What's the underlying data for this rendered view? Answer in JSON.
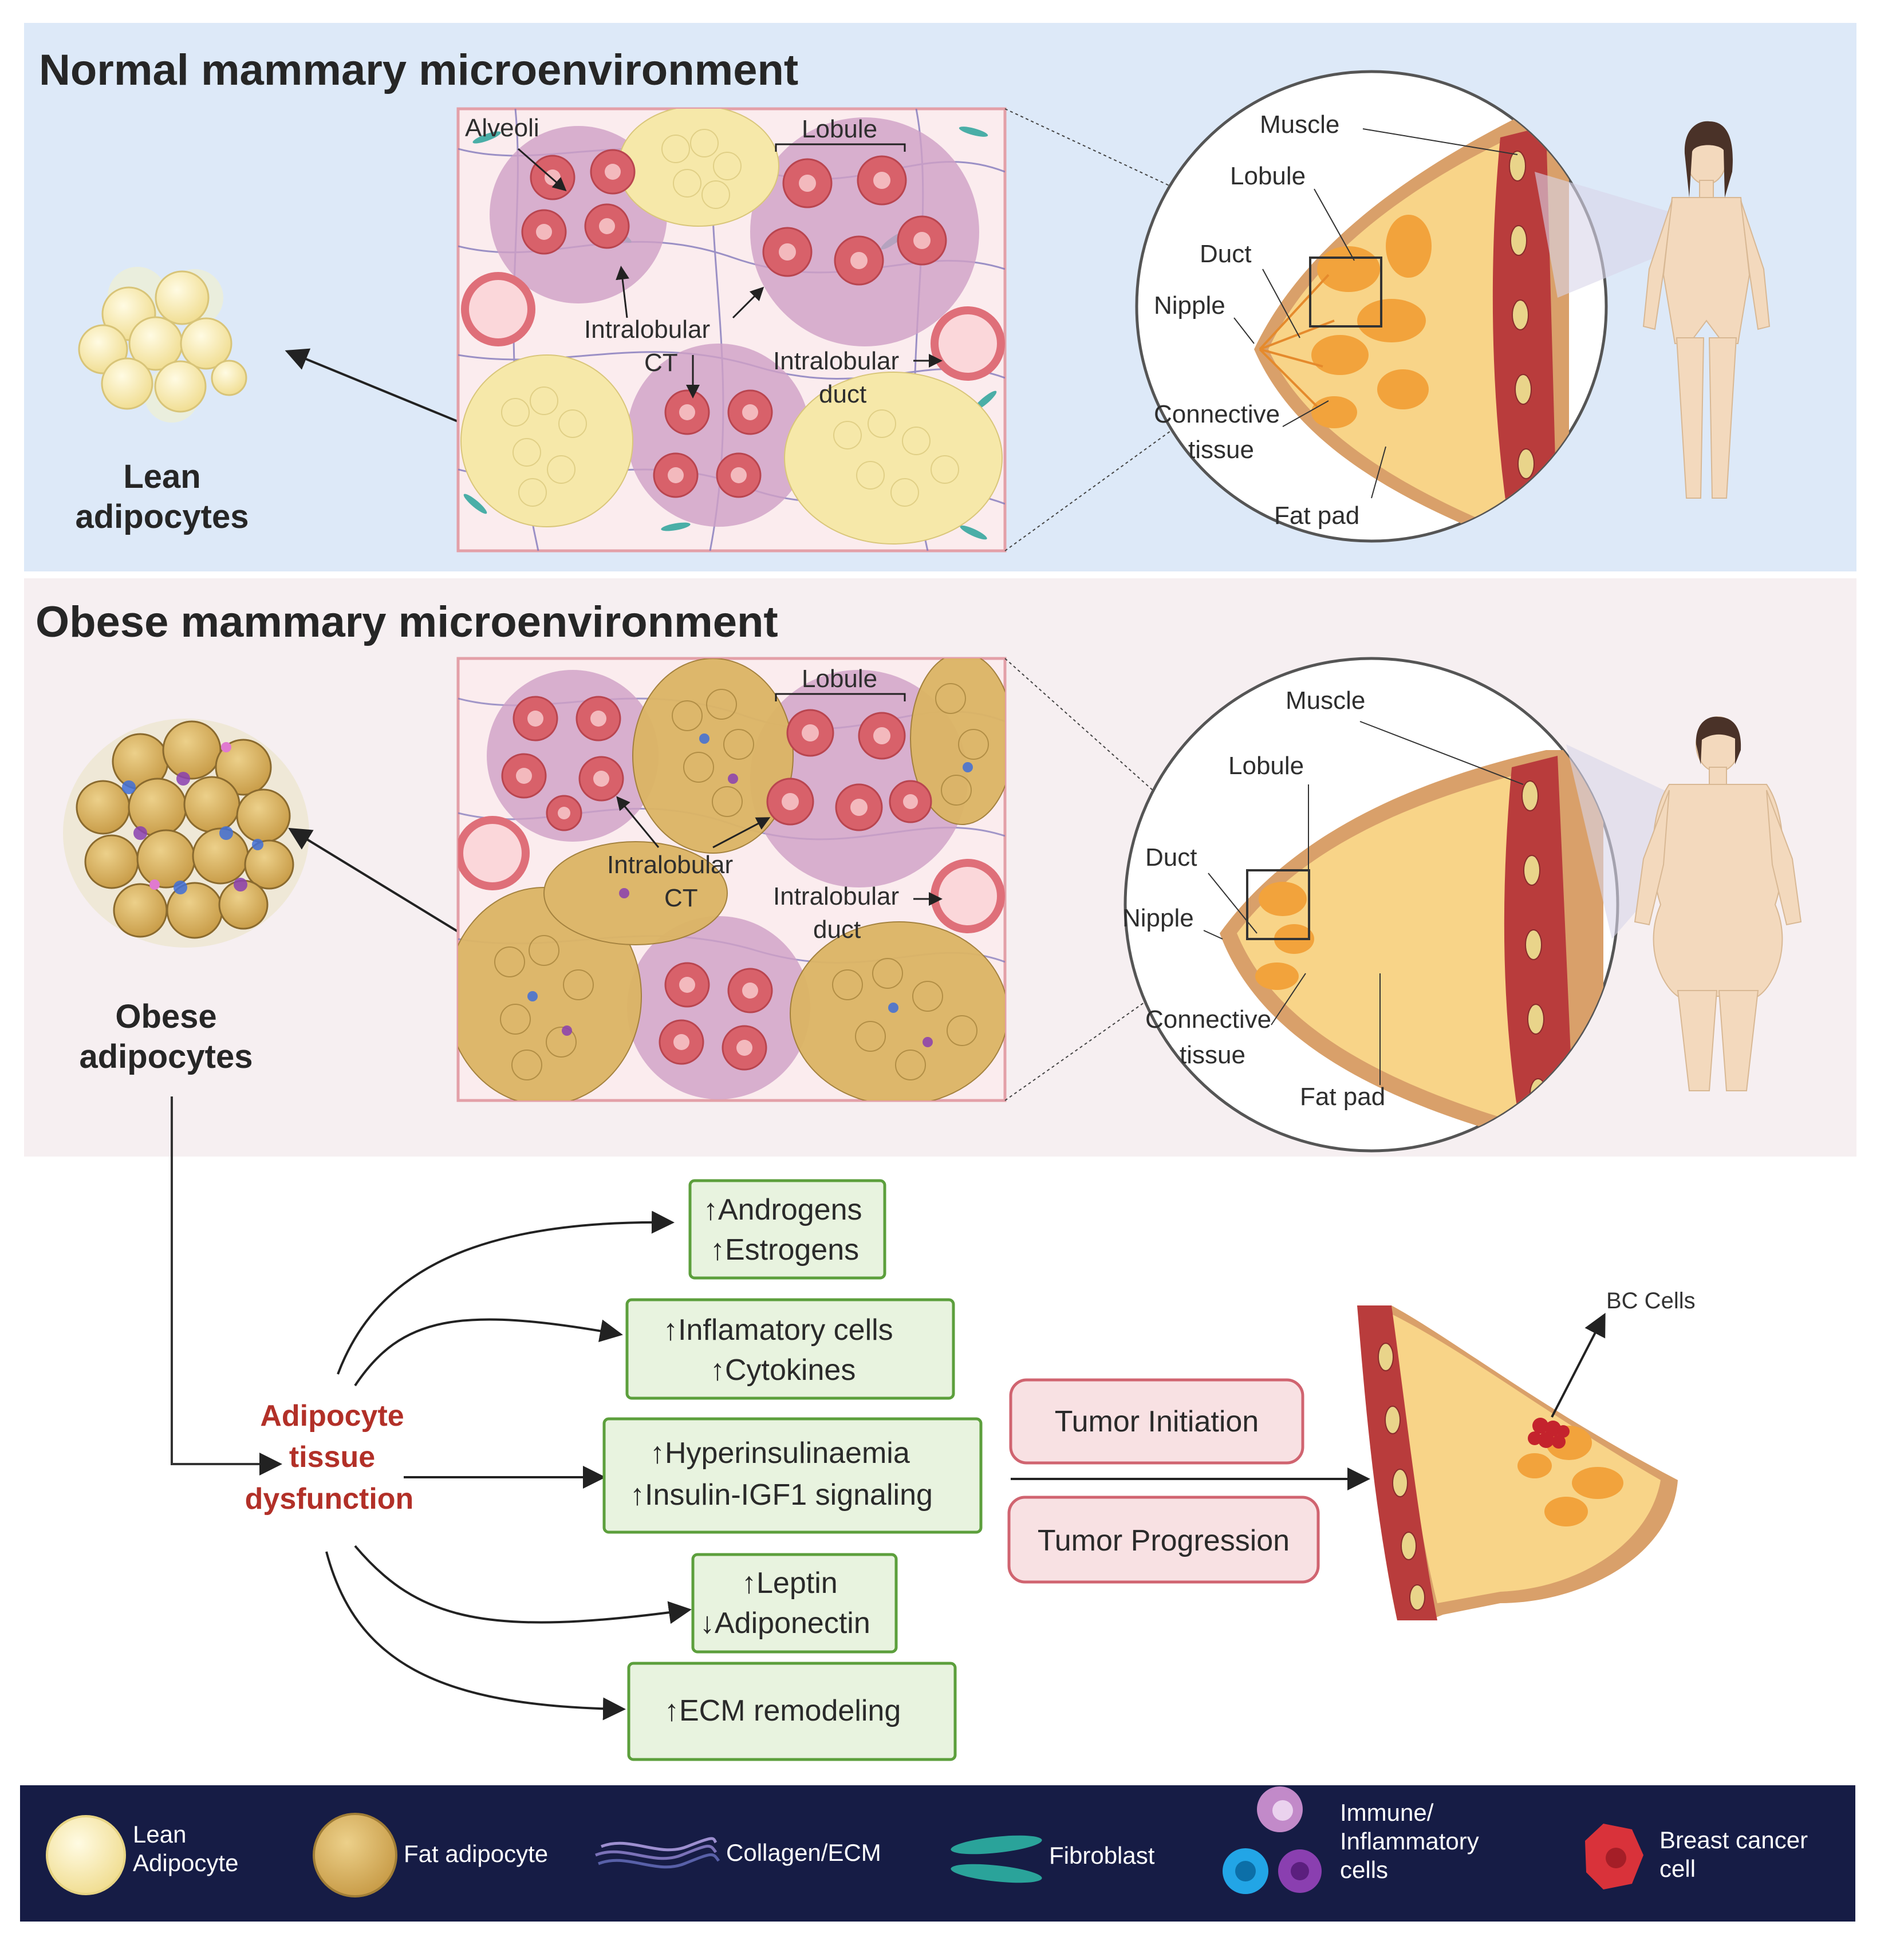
{
  "colors": {
    "normal_bg": "#dde9f8",
    "obese_bg": "#f6eff1",
    "legend_bg": "#161c45",
    "green_box_fill": "#e8f3df",
    "green_box_stroke": "#5c9f3c",
    "pink_box_fill": "#f8e1e3",
    "pink_box_stroke": "#d06470",
    "dysfunction_text": "#b23028",
    "lean_adipocyte": "#f6e7a8",
    "fat_adipocyte": "#dcb564",
    "lobule": "#cfa0c6",
    "acinus": "#d8616a",
    "breast_gland": "#f2a33c",
    "muscle": "#b93c3c"
  },
  "normal": {
    "title": "Normal mammary microenvironment",
    "cell_label_line1": "Lean",
    "cell_label_line2": "adipocytes",
    "tissue_labels": {
      "alveoli": "Alveoli",
      "lobule": "Lobule",
      "intralobular_ct_line1": "Intralobular",
      "intralobular_ct_line2": "CT",
      "intralobular_duct_line1": "Intralobular",
      "intralobular_duct_line2": "duct"
    },
    "anatomy_labels": {
      "muscle": "Muscle",
      "lobule": "Lobule",
      "duct": "Duct",
      "nipple": "Nipple",
      "connective_line1": "Connective",
      "connective_line2": "tissue",
      "fat_pad": "Fat pad"
    }
  },
  "obese": {
    "title": "Obese mammary microenvironment",
    "cell_label_line1": "Obese",
    "cell_label_line2": "adipocytes",
    "tissue_labels": {
      "lobule": "Lobule",
      "intralobular_ct_line1": "Intralobular",
      "intralobular_ct_line2": "CT",
      "intralobular_duct_line1": "Intralobular",
      "intralobular_duct_line2": "duct"
    },
    "anatomy_labels": {
      "muscle": "Muscle",
      "lobule": "Lobule",
      "duct": "Duct",
      "nipple": "Nipple",
      "connective_line1": "Connective",
      "connective_line2": "tissue",
      "fat_pad": "Fat pad"
    }
  },
  "flow": {
    "source_line1": "Adipocyte",
    "source_line2": "tissue",
    "source_line3": "dysfunction",
    "effects": [
      {
        "line1": "↑Androgens",
        "line2": "↑Estrogens"
      },
      {
        "line1": "↑Inflamatory cells",
        "line2": "↑Cytokines"
      },
      {
        "line1": "↑Hyperinsulinaemia",
        "line2": "↑Insulin-IGF1 signaling"
      },
      {
        "line1": "↑Leptin",
        "line2": "↓Adiponectin"
      },
      {
        "line1": "↑ECM remodeling"
      }
    ],
    "outcomes": [
      "Tumor  Initiation",
      "Tumor Progression"
    ],
    "bc_label": "BC Cells"
  },
  "legend": {
    "items": [
      {
        "line1": "Lean",
        "line2": "Adipocyte",
        "icon": "lean-adipocyte-icon"
      },
      {
        "line1": "Fat adipocyte",
        "icon": "fat-adipocyte-icon"
      },
      {
        "line1": "Collagen/ECM",
        "icon": "collagen-icon"
      },
      {
        "line1": "Fibroblast",
        "icon": "fibroblast-icon"
      },
      {
        "line1": "Immune/",
        "line2": "Inflammatory",
        "line3": "cells",
        "icon": "immune-cells-icon"
      },
      {
        "line1": "Breast cancer",
        "line2": "cell",
        "icon": "breast-cancer-cell-icon"
      }
    ]
  }
}
